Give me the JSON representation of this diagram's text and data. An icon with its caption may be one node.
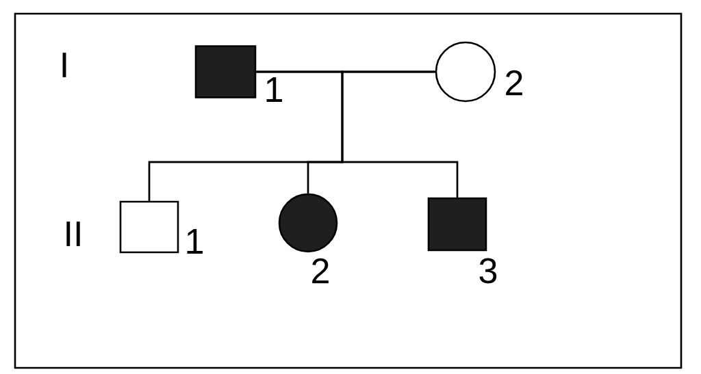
{
  "diagram": {
    "nodes": [
      {
        "text": [],
        "shape": "box",
        "beside": [
          "1"
        ]
      },
      {
        "text": [],
        "shape": "circle",
        "beside": [
          "2"
        ]
      },
      {
        "text": [],
        "shape": "box",
        "beside": [
          "1"
        ]
      },
      {
        "text": [],
        "shape": "circle",
        "beside": [
          "2"
        ]
      },
      {
        "text": [],
        "shape": "box",
        "beside": [
          "3"
        ]
      }
    ],
    "edges": [
      {
        "from": 0,
        "to": 1,
        "arrow": "none"
      },
      {
        "from": 0,
        "to": 2,
        "arrow": "none"
      },
      {
        "from": 0,
        "to": 3,
        "arrow": "none"
      },
      {
        "from": 0,
        "to": 4,
        "arrow": "none"
      },
      {
        "from": 1,
        "to": 2,
        "arrow": "none"
      },
      {
        "from": 1,
        "to": 3,
        "arrow": "none"
      },
      {
        "from": 1,
        "to": 4,
        "arrow": "none"
      }
    ],
    "labels": [
      "I",
      "II"
    ]
  }
}
